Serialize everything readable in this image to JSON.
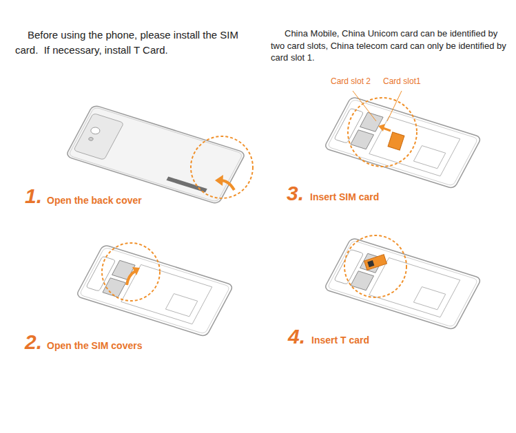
{
  "diagram": {
    "labels": [
      "Before using the phone, please install the SIM card.  If necessary, install T Card.",
      "China Mobile, China Unicom card can be identified by two card slots, China telecom card can only be identified by card slot 1.",
      "Card slot 2",
      "Card slot1",
      "1.",
      "Open the back cover",
      "3.",
      "Insert SIM card",
      "2.",
      "Open the SIM covers",
      "4.",
      "Insert T card"
    ]
  }
}
